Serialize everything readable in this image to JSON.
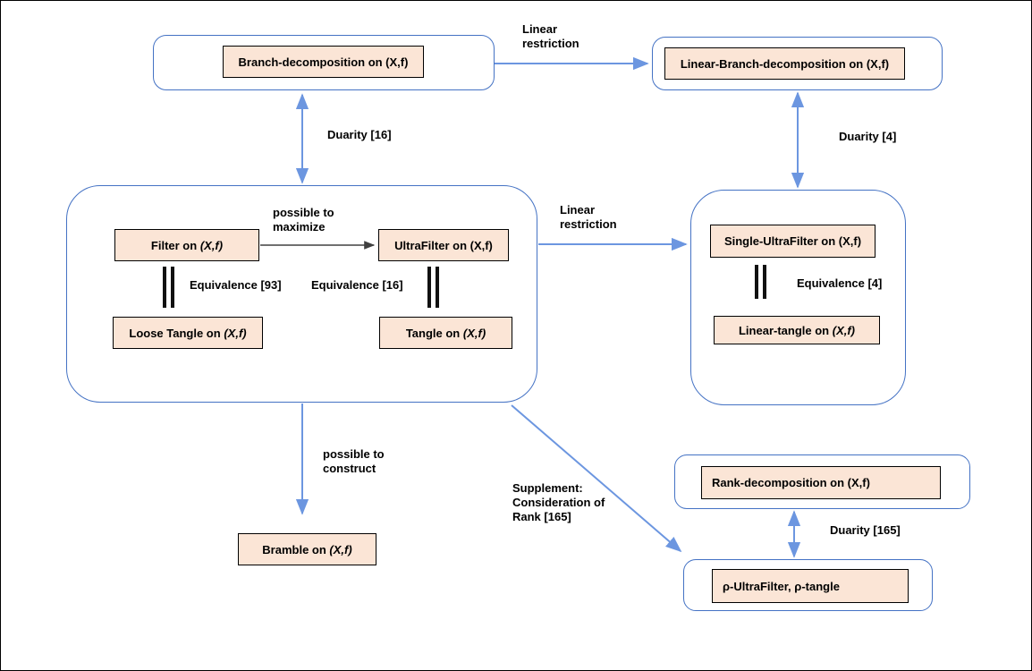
{
  "colors": {
    "container_border": "#4472C4",
    "arrow_blue": "#6C96E0",
    "arrow_black": "#404040",
    "node_fill": "#FBE5D6",
    "node_border": "#000000"
  },
  "nodes": {
    "branch_decomposition": {
      "label": "Branch-decomposition on (X,f)"
    },
    "linear_branch_decomposition": {
      "label": "Linear-Branch-decomposition on (X,f)"
    },
    "filter": {
      "text": "Filter on",
      "math": "(X,f)"
    },
    "ultrafilter": {
      "label": "UltraFilter on (X,f)"
    },
    "loose_tangle": {
      "text": "Loose Tangle on",
      "math": "(X,f)"
    },
    "tangle": {
      "text": "Tangle on",
      "math": "(X,f)"
    },
    "single_ultrafilter": {
      "label": "Single-UltraFilter on (X,f)"
    },
    "linear_tangle": {
      "text": "Linear-tangle on",
      "math": "(X,f)"
    },
    "bramble": {
      "text": "Bramble on",
      "math": "(X,f)"
    },
    "rank_decomposition": {
      "label": "Rank-decomposition on (X,f)"
    },
    "rho_ultrafilter_tangle": {
      "label": "ρ-UltraFilter, ρ-tangle"
    }
  },
  "edge_labels": {
    "linear_restriction_top": {
      "lines": [
        "Linear",
        "restriction"
      ]
    },
    "duarity_16": "Duarity [16]",
    "duarity_4": "Duarity [4]",
    "possible_to_maximize": {
      "lines": [
        "possible to",
        "maximize"
      ]
    },
    "equivalence_93": "Equivalence [93]",
    "equivalence_16": "Equivalence [16]",
    "linear_restriction_mid": {
      "lines": [
        "Linear",
        "restriction"
      ]
    },
    "equivalence_4": "Equivalence [4]",
    "possible_to_construct": {
      "lines": [
        "possible to",
        "construct"
      ]
    },
    "supplement_rank": {
      "lines": [
        "Supplement:",
        "Consideration of",
        "Rank [165]"
      ]
    },
    "duarity_165": "Duarity [165]"
  }
}
